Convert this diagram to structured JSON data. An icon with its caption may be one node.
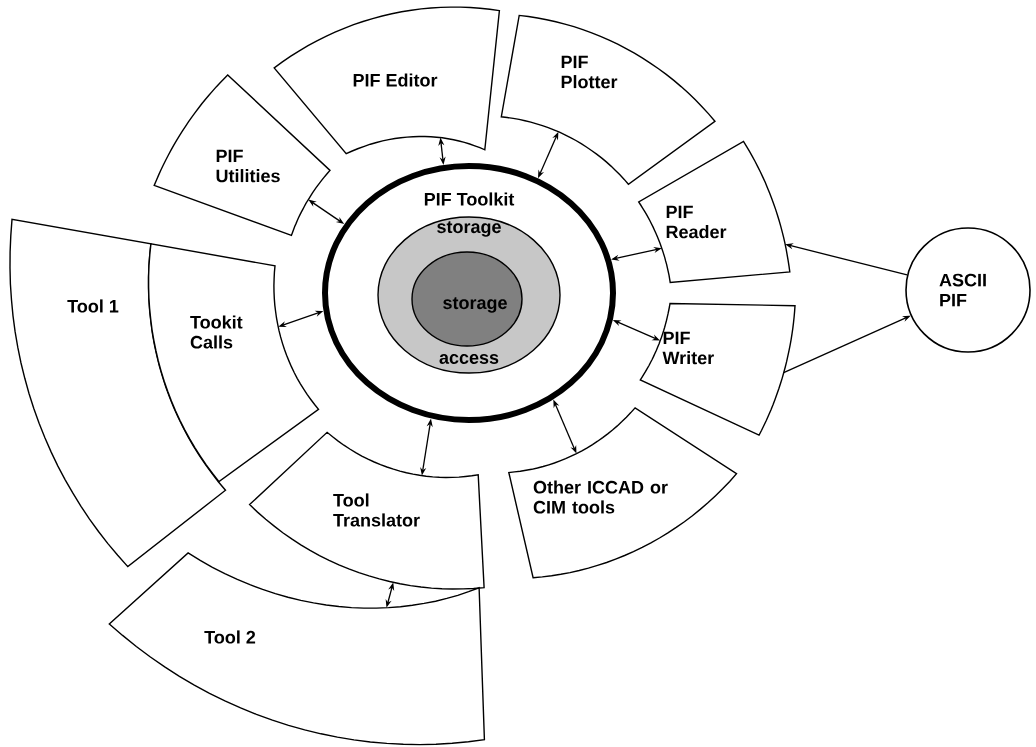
{
  "diagram": {
    "nodes": [
      {
        "text": [
          "PIF Editor"
        ]
      },
      {
        "text": [
          "PIF Plotter"
        ]
      },
      {
        "text": [
          "PIF Utilities"
        ]
      },
      {
        "text": [
          "PIF Toolkit"
        ]
      },
      {
        "text": [
          "storage",
          "access"
        ],
        "in": 3
      },
      {
        "text": [
          "storage"
        ],
        "in": 4
      },
      {
        "text": [
          "PIF Reader"
        ]
      },
      {
        "text": [
          "ASCII PIF"
        ]
      },
      {
        "text": [
          "Tool 1"
        ]
      },
      {
        "text": [
          "Tookit Calls"
        ]
      },
      {
        "text": [
          "PIF Writer"
        ]
      },
      {
        "text": [
          "Tool Translator"
        ]
      },
      {
        "text": [
          "Other ICCAD or CIM tools"
        ]
      },
      {
        "text": [
          "Tool 2"
        ]
      }
    ],
    "edges": [
      {
        "from": 0,
        "to": 3,
        "arrow": "both"
      },
      {
        "from": 1,
        "to": 3,
        "arrow": "both"
      },
      {
        "from": 2,
        "to": 3,
        "arrow": "both"
      },
      {
        "from": 6,
        "to": 3,
        "arrow": "both"
      },
      {
        "from": 9,
        "to": 3,
        "arrow": "both"
      },
      {
        "from": 10,
        "to": 3,
        "arrow": "both"
      },
      {
        "from": 11,
        "to": 3,
        "arrow": "both"
      },
      {
        "from": 12,
        "to": 3,
        "arrow": "both"
      },
      {
        "from": 11,
        "to": 13,
        "arrow": "both"
      },
      {
        "from": 7,
        "to": 6,
        "arrow": "to"
      },
      {
        "from": 10,
        "to": 7,
        "arrow": "to"
      }
    ]
  }
}
